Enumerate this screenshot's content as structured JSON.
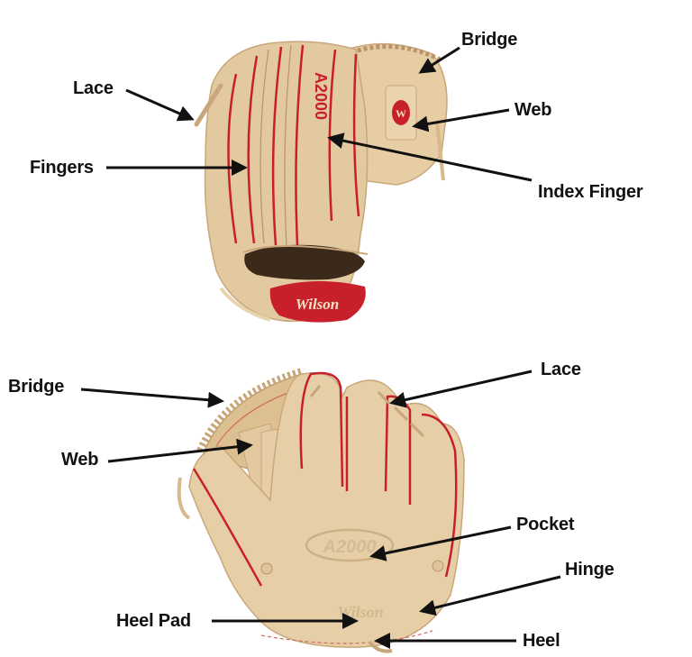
{
  "colors": {
    "leather": "#e3c9a0",
    "leather_dark": "#c9a67a",
    "leather_light": "#f0dcb8",
    "stitch_red": "#c8202a",
    "arrow": "#111111",
    "background": "#ffffff"
  },
  "top_glove": {
    "view": "back",
    "brand_patch": "Wilson",
    "model_text": "A2000",
    "web_logo": "W",
    "labels": {
      "lace": "Lace",
      "fingers": "Fingers",
      "bridge": "Bridge",
      "web": "Web",
      "index_finger": "Index Finger"
    }
  },
  "bottom_glove": {
    "view": "palm",
    "brand_stamp": "Wilson",
    "model_stamp": "A2000",
    "labels": {
      "bridge": "Bridge",
      "web": "Web",
      "lace": "Lace",
      "pocket": "Pocket",
      "hinge": "Hinge",
      "heel_pad": "Heel Pad",
      "heel": "Heel"
    }
  }
}
